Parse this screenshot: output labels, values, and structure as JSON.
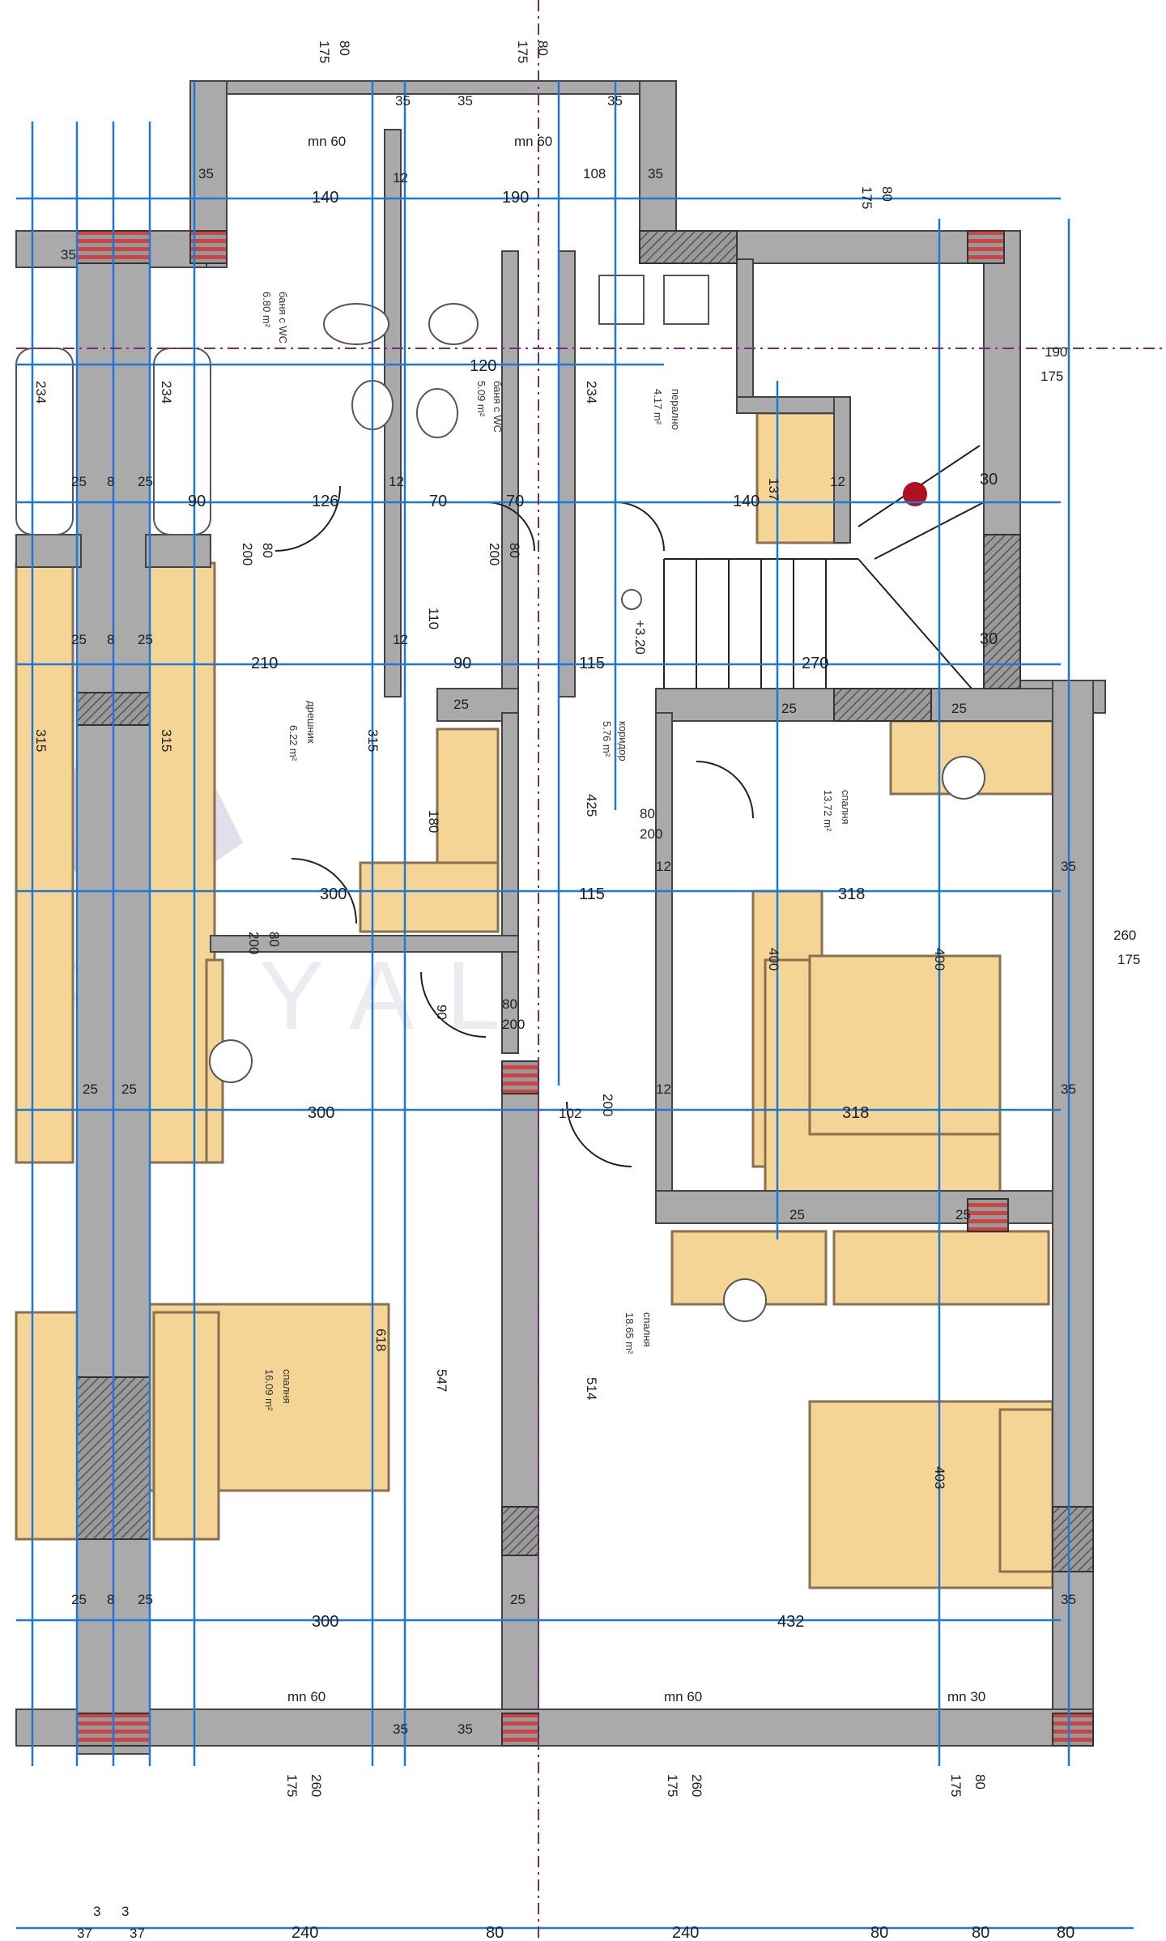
{
  "colors": {
    "wall": "#aaaaaa",
    "wall_dark": "#555555",
    "furniture": "#f5d595",
    "furniture_stroke": "#8a7050",
    "dim_line": "#1e78d8",
    "axis_line": "#7a2a7a",
    "accent_red": "#b01020"
  },
  "watermark": "ROYAL",
  "dimensions": {
    "top_left": [
      "175",
      "80"
    ],
    "top_mid": [
      "175",
      "80"
    ],
    "top_right": [
      "175",
      "80"
    ],
    "mn60_a": "mn 60",
    "mn60_b": "mn 60",
    "w35_a": "35",
    "w35_b": "35",
    "w35_c": "35",
    "w35_d": "35",
    "w35_e": "35",
    "w35_f": "35",
    "d140": "140",
    "d190": "190",
    "d108": "108",
    "d12a": "12",
    "d120": "120",
    "d25_a": "25",
    "d8_a": "8",
    "d25_b": "25",
    "d90": "90",
    "d126": "126",
    "d12b": "12",
    "d70a": "70",
    "d70b": "70",
    "d140b": "140",
    "d12c": "12",
    "d30a": "30",
    "d137": "137",
    "d234_a": "234",
    "d234_b": "234",
    "d234_c": "234",
    "d210": "210",
    "d90b": "90",
    "d115": "115",
    "d270": "270",
    "d30b": "30",
    "d12d": "12",
    "d110": "110",
    "d320": "+3.20",
    "d25_c": "25",
    "d8_b": "8",
    "d25_d": "25",
    "d315_a": "315",
    "d315_b": "315",
    "d315_c": "315",
    "d425": "425",
    "d180": "180",
    "d25_e": "25",
    "d25_f": "25",
    "d25_g": "25",
    "d200_a": "200",
    "d80_a": "80",
    "d200_b": "200",
    "d80_b": "80",
    "d200_c": "200",
    "d80_c": "80",
    "d200_d": "200",
    "d80_d": "80",
    "d200_e": "200",
    "d80_e": "80",
    "d200_f": "200",
    "d300_a": "300",
    "d115b": "115",
    "d318_a": "318",
    "d12e": "12",
    "d35g": "35",
    "d260_a": "260",
    "d175_a": "175",
    "d175_b": "175",
    "d190b": "190",
    "d400_a": "400",
    "d400_b": "400",
    "d90c": "90",
    "d25_h": "25",
    "d25_i": "25",
    "d300_b": "300",
    "d102": "102",
    "d318_b": "318",
    "d12f": "12",
    "d25_j": "25",
    "d25_k": "25",
    "d35h": "35",
    "d618": "618",
    "d547": "547",
    "d514": "514",
    "d403": "403",
    "d25_l": "25",
    "d8_c": "8",
    "d25_m": "25",
    "d25_n": "25",
    "d300_c": "300",
    "d432": "432",
    "d35i": "35",
    "mn60_c": "mn 60",
    "mn60_d": "mn 60",
    "mn30": "mn 30",
    "d35j": "35",
    "d35k": "35",
    "bot_left": [
      "175",
      "260"
    ],
    "bot_mid": [
      "175",
      "260"
    ],
    "bot_right": [
      "175",
      "80"
    ],
    "bottom_row": [
      "3",
      "3",
      "37",
      "37",
      "240",
      "80",
      "240",
      "80",
      "80",
      "80"
    ]
  },
  "rooms": {
    "bath1_name": "баня с WC",
    "bath1_area": "6.80 m²",
    "bath2_name": "баня с WC",
    "bath2_area": "5.09 m²",
    "laundry_name": "перално",
    "laundry_area": "4.17 m²",
    "hall_name": "дрешник",
    "hall_area": "6.22 m²",
    "corridor_name": "коридор",
    "corridor_area": "5.76 m²",
    "bedroom1_name": "спалня",
    "bedroom1_area": "13.72 m²",
    "bedroom2_name": "спалня",
    "bedroom2_area": "16.09 m²",
    "bedroom3_name": "спалня",
    "bedroom3_area": "18.65 m²"
  }
}
